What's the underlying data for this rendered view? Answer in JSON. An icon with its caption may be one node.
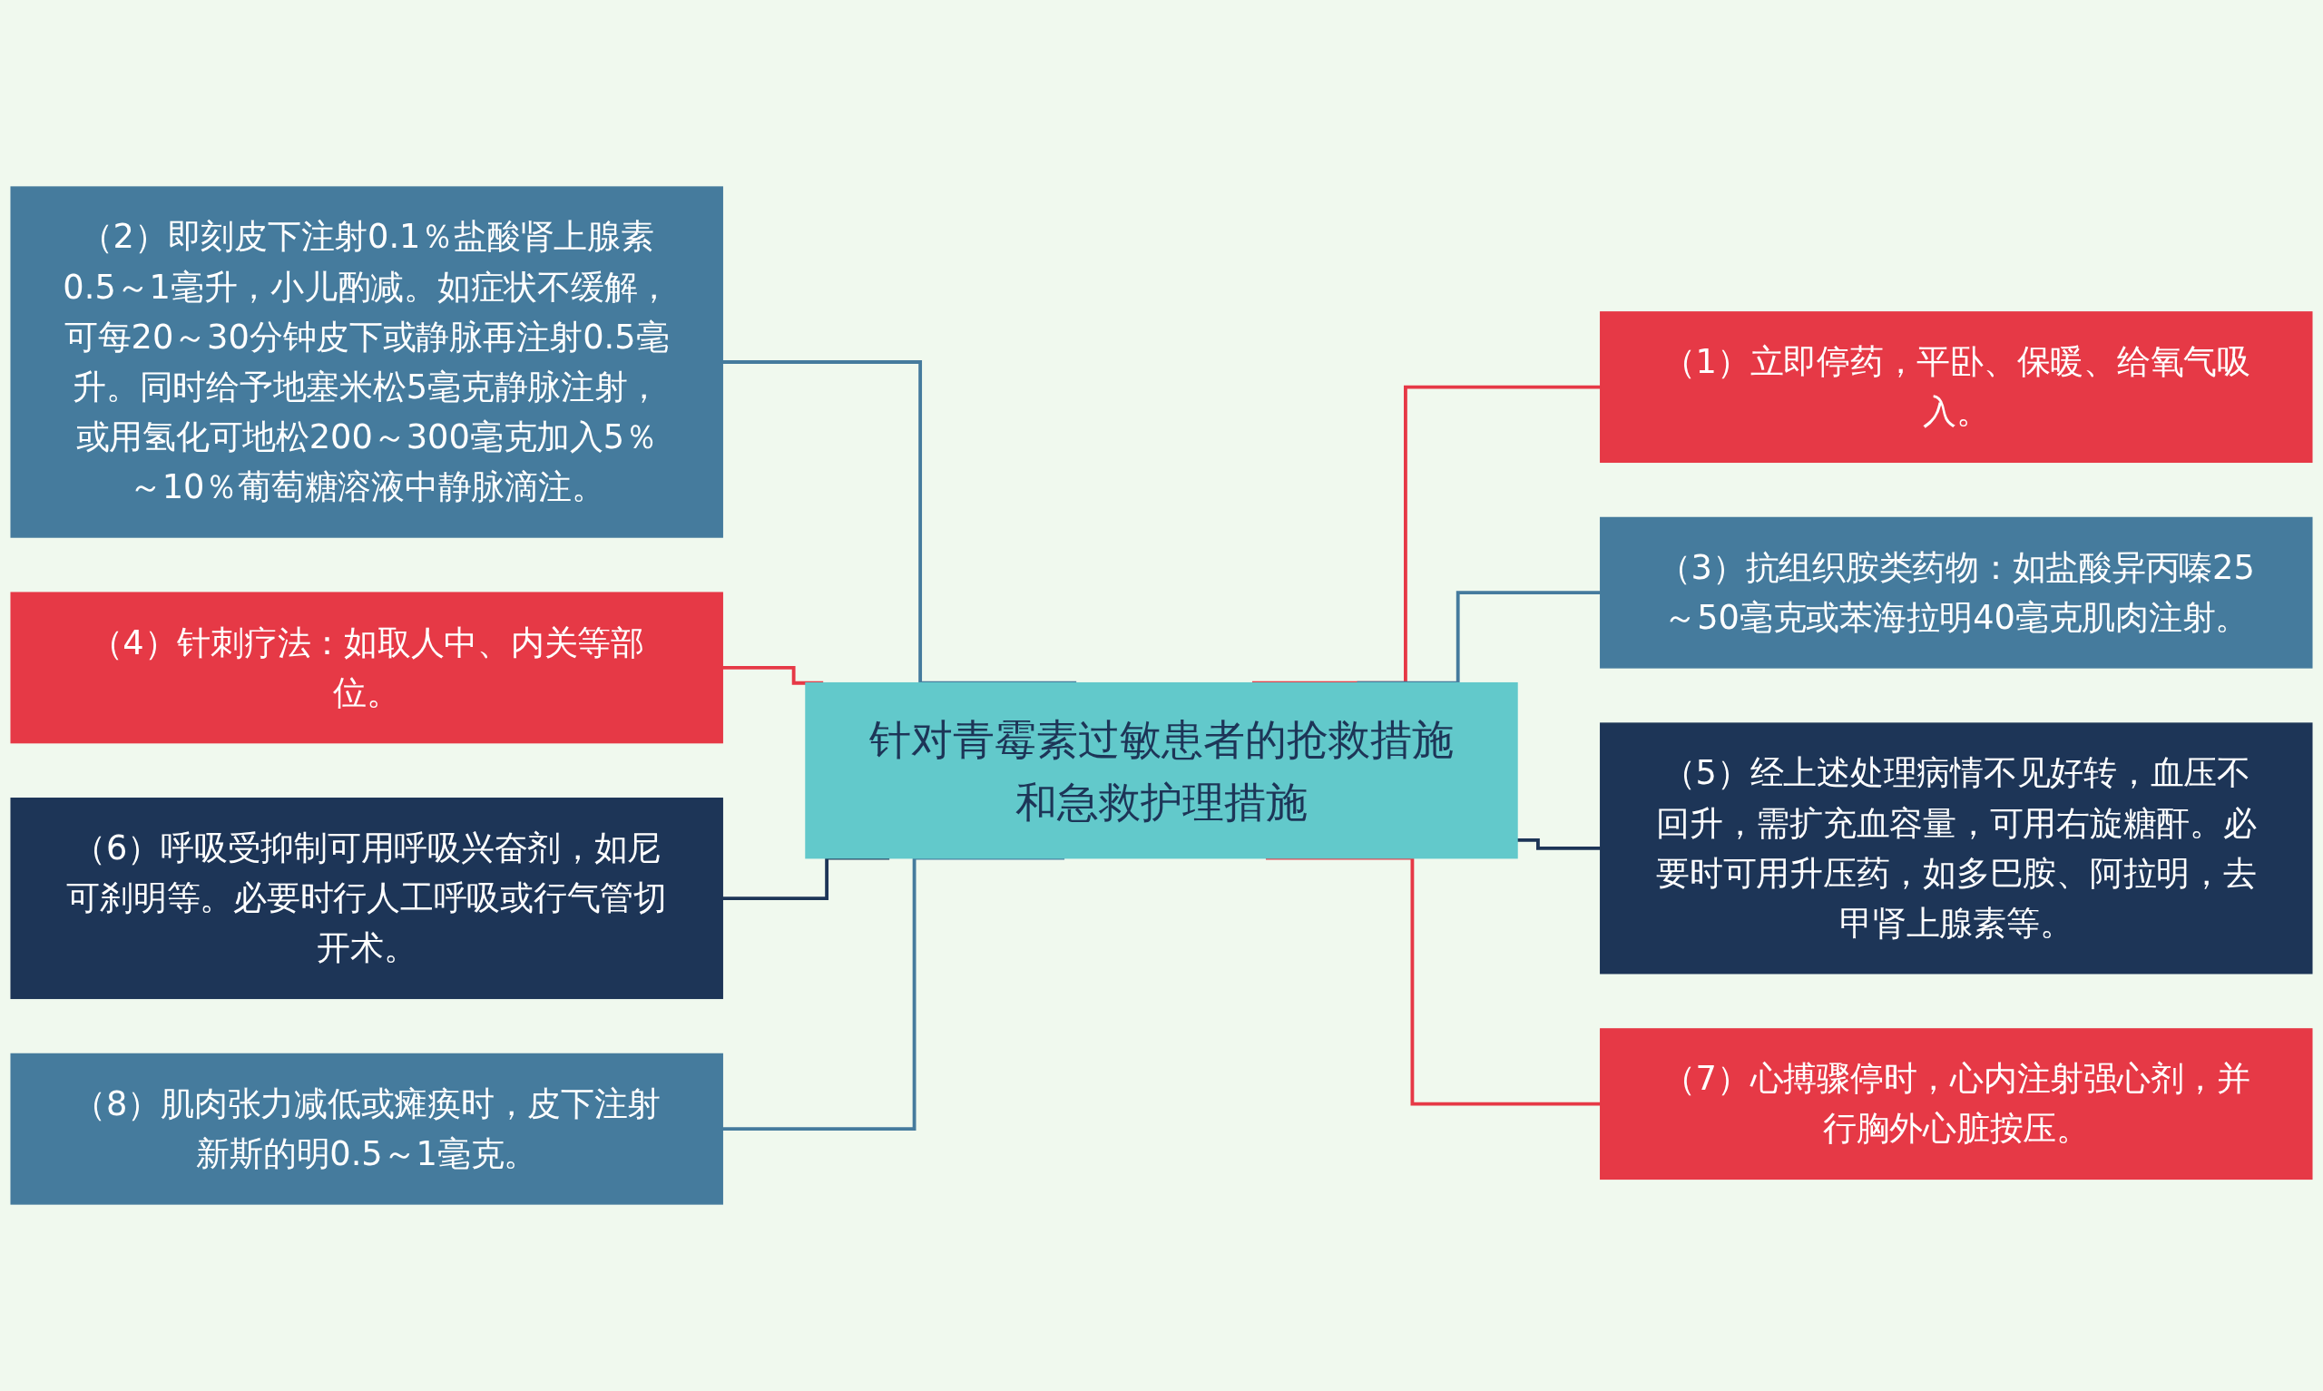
{
  "diagram": {
    "nodes": [
      {
        "text": [
          "针对青霉素过敏患者的抢救措施和急救护理措施"
        ]
      },
      {
        "text": [
          "（1）立即停药，平卧、保暖、给氧气吸入。"
        ]
      },
      {
        "text": [
          "（2）即刻皮下注射0.1％盐酸肾上腺素0.5～1毫升，小儿酌减。如症状不缓解，可每20～30分钟皮下或静脉再注射0.5毫升。同时给予地塞米松5毫克静脉注射，或用氢化可地松200～300毫克加入5％～10％葡萄糖溶液中静脉滴注。"
        ]
      },
      {
        "text": [
          "（3）抗组织胺类药物：如盐酸异丙嗪25～50毫克或苯海拉明40毫克肌肉注射。"
        ]
      },
      {
        "text": [
          "（4）针刺疗法：如取人中、内关等部位。"
        ]
      },
      {
        "text": [
          "（5）经上述处理病情不见好转，血压不回升，需扩充血容量，可用右旋糖酐。必要时可用升压药，如多巴胺、阿拉明，去甲肾上腺素等。"
        ]
      },
      {
        "text": [
          "（6）呼吸受抑制可用呼吸兴奋剂，如尼可刹明等。必要时行人工呼吸或行气管切开术。"
        ]
      },
      {
        "text": [
          "（7）心搏骤停时，心内注射强心剂，并行胸外心脏按压。"
        ]
      },
      {
        "text": [
          "（8）肌肉张力减低或瘫痪时，皮下注射新斯的明0.5～1毫克。"
        ]
      }
    ],
    "edges": [
      {
        "from": 0,
        "to": 1,
        "arrow": "none",
        "color": "#e63946"
      },
      {
        "from": 2,
        "to": 0,
        "arrow": "none",
        "color": "#457b9d"
      },
      {
        "from": 0,
        "to": 3,
        "arrow": "none",
        "color": "#457b9d"
      },
      {
        "from": 4,
        "to": 0,
        "arrow": "none",
        "color": "#e63946"
      },
      {
        "from": 0,
        "to": 5,
        "arrow": "none",
        "color": "#1d3557"
      },
      {
        "from": 6,
        "to": 0,
        "arrow": "none",
        "color": "#1d3557"
      },
      {
        "from": 0,
        "to": 7,
        "arrow": "none",
        "color": "#e63946"
      },
      {
        "from": 8,
        "to": 0,
        "arrow": "none",
        "color": "#457b9d"
      }
    ]
  }
}
